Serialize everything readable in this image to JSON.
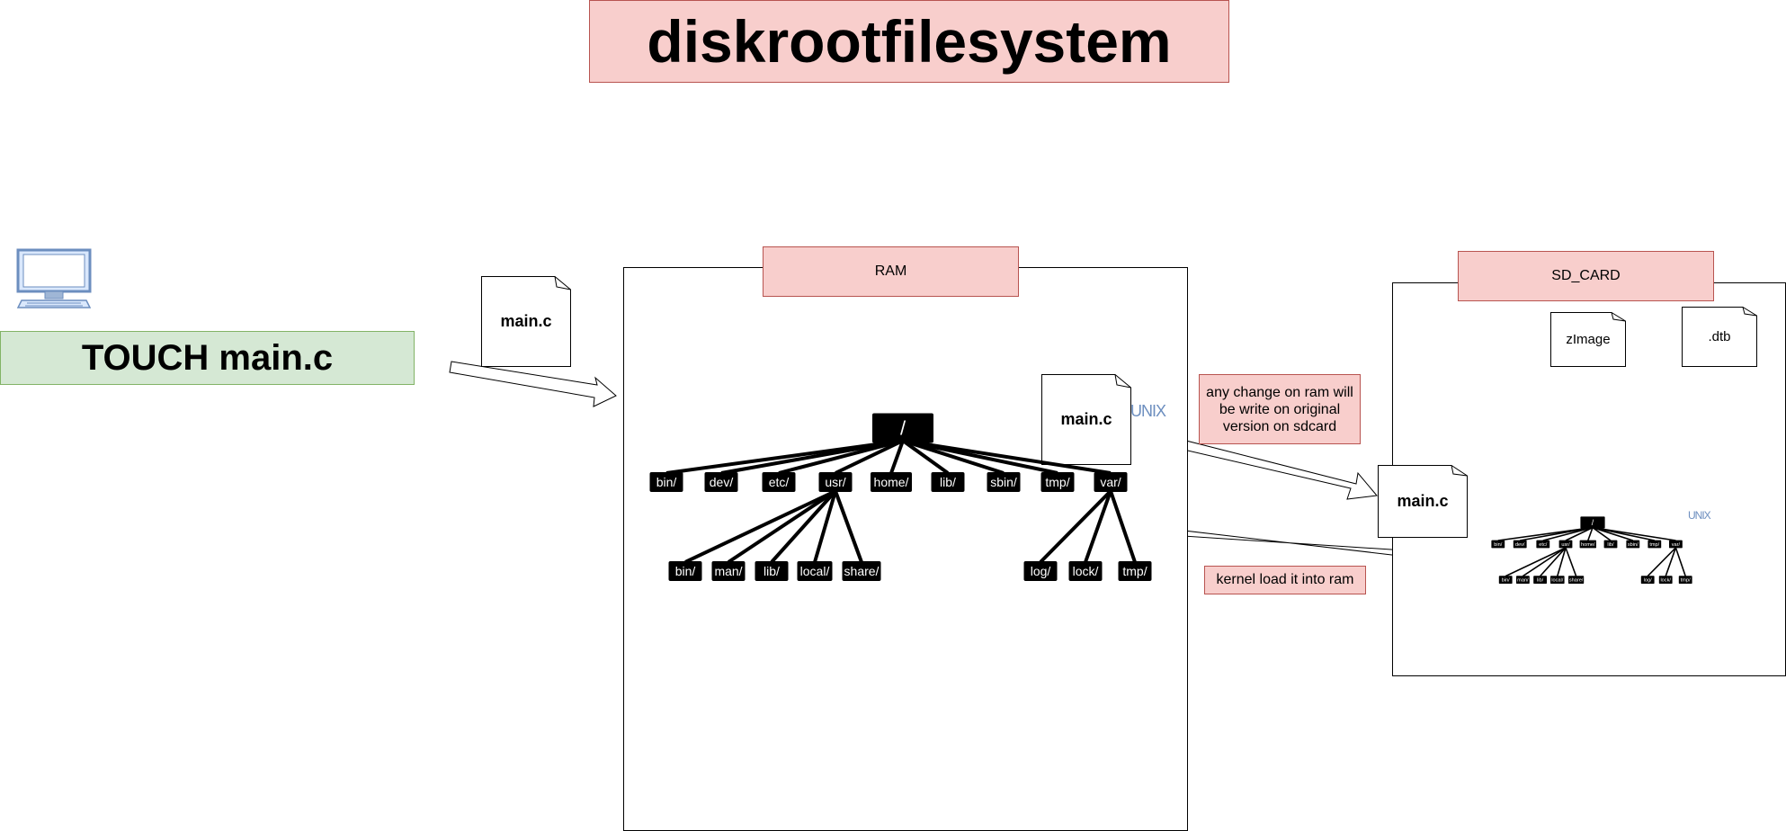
{
  "title": "diskrootfilesystem",
  "action": "TOUCH main.c",
  "ram": {
    "label": "RAM"
  },
  "sd_card": {
    "label": "SD_CARD",
    "files": [
      "zImage",
      ".dtb"
    ]
  },
  "files": {
    "new_file": "main.c",
    "ram_file": "main.c",
    "sd_file": "main.c"
  },
  "notes": {
    "change": "any change on ram will be write on original version on sdcard",
    "kernel": "kernel load it into ram"
  },
  "tree": {
    "root": "/",
    "level1": [
      "bin/",
      "dev/",
      "etc/",
      "usr/",
      "home/",
      "lib/",
      "sbin/",
      "tmp/",
      "var/"
    ],
    "usr_children": [
      "bin/",
      "man/",
      "lib/",
      "local/",
      "share/"
    ],
    "var_children": [
      "log/",
      "lock/",
      "tmp/"
    ]
  },
  "logo_text": "UNIX",
  "colors": {
    "pink_fill": "#f8cecc",
    "pink_stroke": "#b85450",
    "green_fill": "#d5e8d4",
    "green_stroke": "#82b366",
    "computer": "#6c8ebf"
  }
}
